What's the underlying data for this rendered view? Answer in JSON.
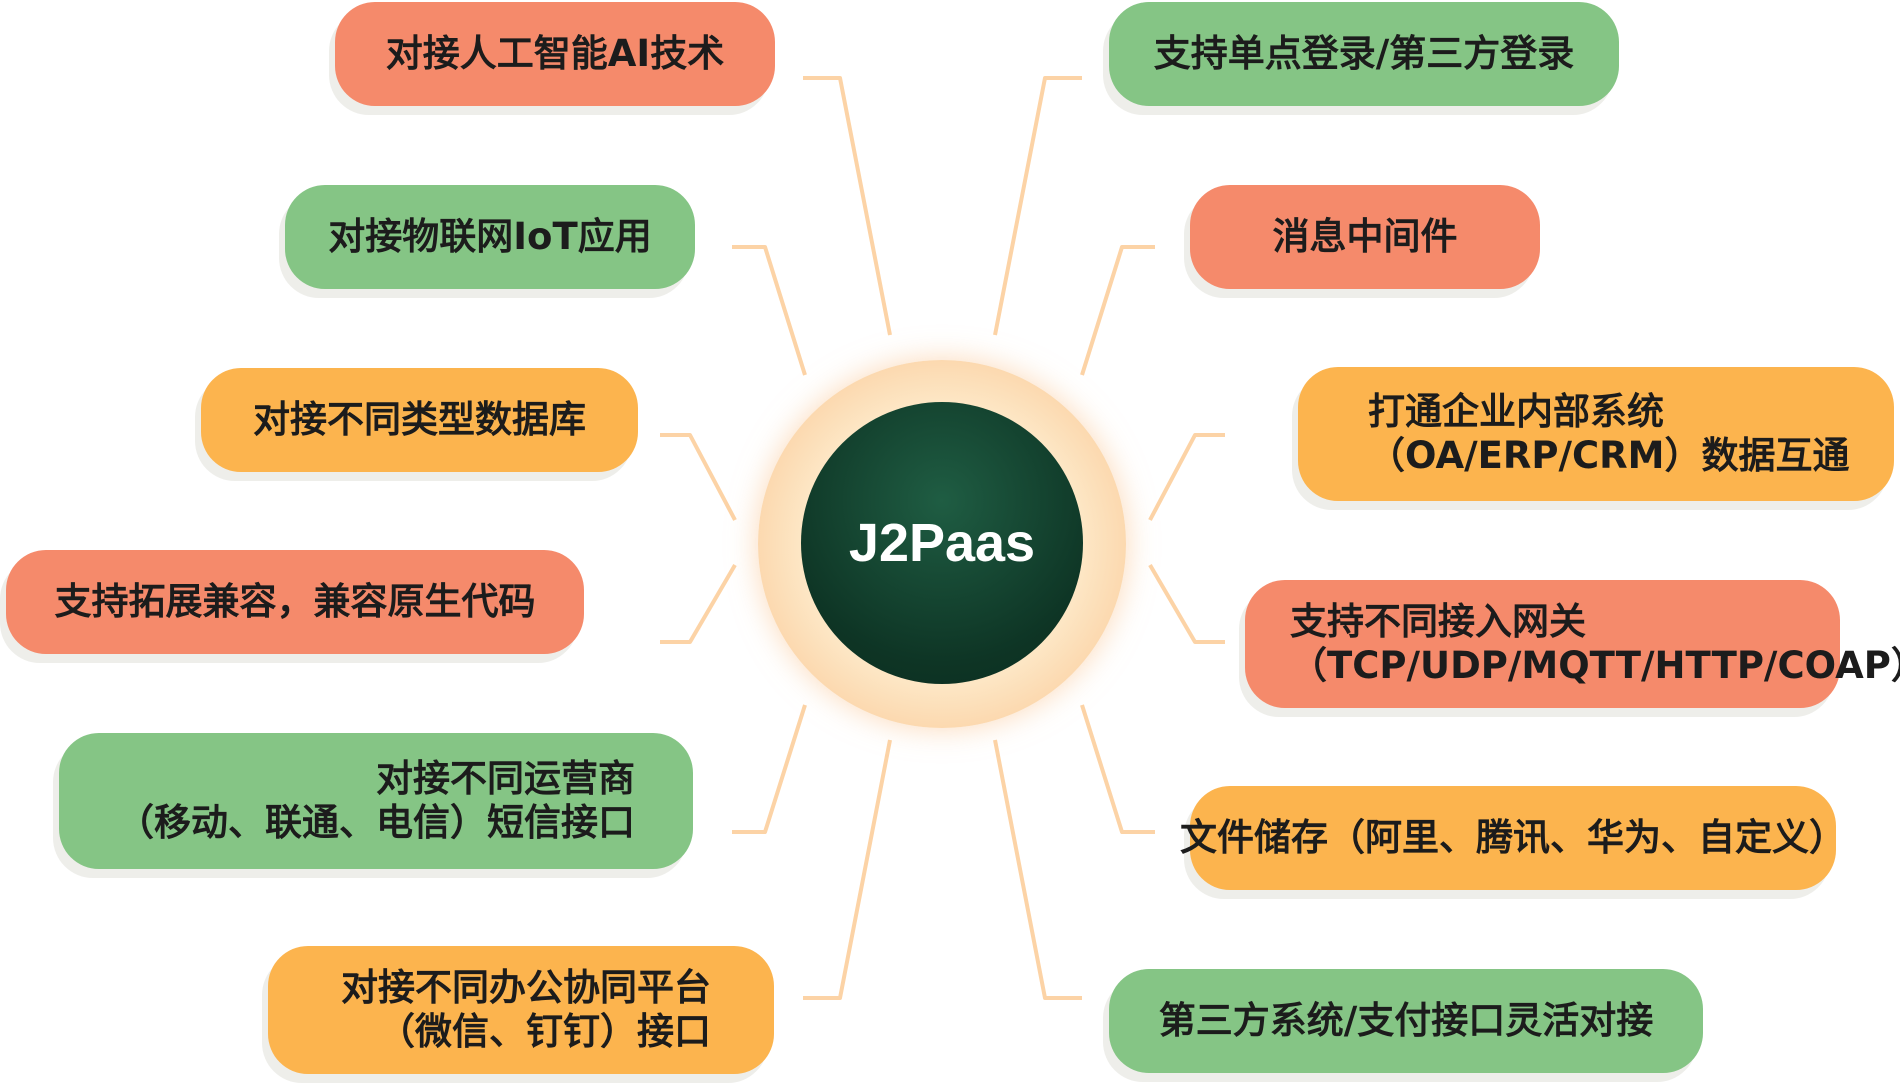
{
  "center": {
    "label": "J2Paas"
  },
  "colors": {
    "red": "#f58a6b",
    "green": "#85c585",
    "orange": "#fcb44e",
    "center": "#0e3525",
    "connector": "#fcd3a6"
  },
  "left_items": [
    {
      "lines": [
        "对接人工智能AI技术"
      ],
      "color": "red"
    },
    {
      "lines": [
        "对接物联网IoT应用"
      ],
      "color": "green"
    },
    {
      "lines": [
        "对接不同类型数据库"
      ],
      "color": "orange"
    },
    {
      "lines": [
        "支持拓展兼容，兼容原生代码"
      ],
      "color": "red"
    },
    {
      "lines": [
        "对接不同运营商",
        "（移动、联通、电信）短信接口"
      ],
      "color": "green"
    },
    {
      "lines": [
        "对接不同办公协同平台",
        "（微信、钉钉）接口"
      ],
      "color": "orange"
    }
  ],
  "right_items": [
    {
      "lines": [
        "支持单点登录/第三方登录"
      ],
      "color": "green"
    },
    {
      "lines": [
        "消息中间件"
      ],
      "color": "red"
    },
    {
      "lines": [
        "打通企业内部系统",
        "（OA/ERP/CRM）数据互通"
      ],
      "color": "orange"
    },
    {
      "lines": [
        "支持不同接入网关",
        "（TCP/UDP/MQTT/HTTP/COAP）"
      ],
      "color": "red"
    },
    {
      "lines": [
        "文件储存（阿里、腾讯、华为、自定义）"
      ],
      "color": "orange"
    },
    {
      "lines": [
        "第三方系统/支付接口灵活对接"
      ],
      "color": "green"
    }
  ]
}
